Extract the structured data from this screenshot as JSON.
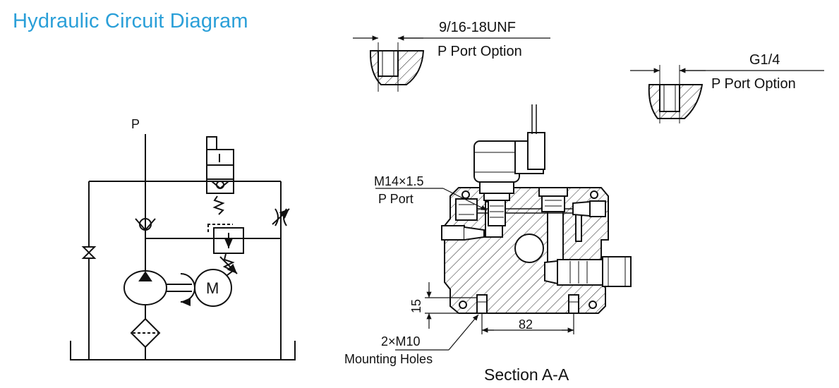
{
  "title": "Hydraulic Circuit Diagram",
  "schematic": {
    "port_p": "P",
    "motor": "M"
  },
  "port_option_1": {
    "thread": "9/16-18UNF",
    "label": "P Port Option"
  },
  "port_option_2": {
    "thread": "G1/4",
    "label": "P Port Option"
  },
  "section": {
    "port_thread": "M14×1.5",
    "port_label": "P Port",
    "dim_vertical": "15",
    "dim_horizontal": "82",
    "mount_thread": "2×M10",
    "mount_label": "Mounting Holes",
    "caption": "Section A-A"
  },
  "colors": {
    "title": "#2a9fd8",
    "ink": "#111111"
  }
}
